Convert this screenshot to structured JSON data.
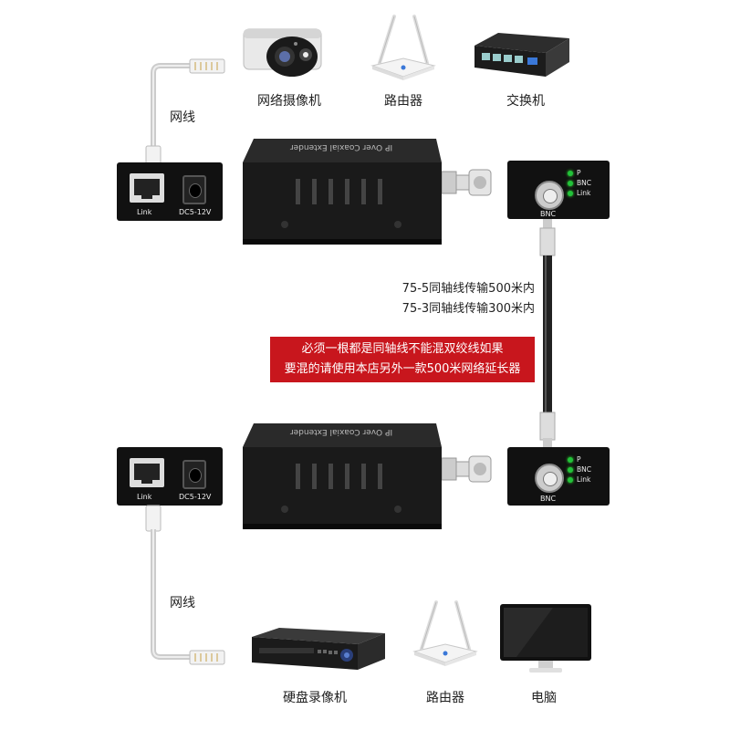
{
  "top": {
    "devices": [
      {
        "name": "网络摄像机",
        "icon": "ip-camera-icon"
      },
      {
        "name": "路由器",
        "icon": "router-icon"
      },
      {
        "name": "交换机",
        "icon": "switch-icon"
      }
    ],
    "cable_label": "网线"
  },
  "bottom": {
    "devices": [
      {
        "name": "硬盘录像机",
        "icon": "dvr-icon"
      },
      {
        "name": "路由器",
        "icon": "router-icon"
      },
      {
        "name": "电脑",
        "icon": "monitor-icon"
      }
    ],
    "cable_label": "网线"
  },
  "extender": {
    "top_text": "IP Over Coaxial Extender",
    "port_link": "Link",
    "port_power": "DC5-12V",
    "port_bnc": "BNC",
    "leds": [
      "P",
      "BNC",
      "Link"
    ]
  },
  "coax_range": {
    "line1": "75-5同轴线传输500米内",
    "line2": "75-3同轴线传输300米内"
  },
  "warning": {
    "line1": "必须一根都是同轴线不能混双绞线如果",
    "line2": "要混的请使用本店另外一款500米网络延长器",
    "color": "#c8161d"
  }
}
